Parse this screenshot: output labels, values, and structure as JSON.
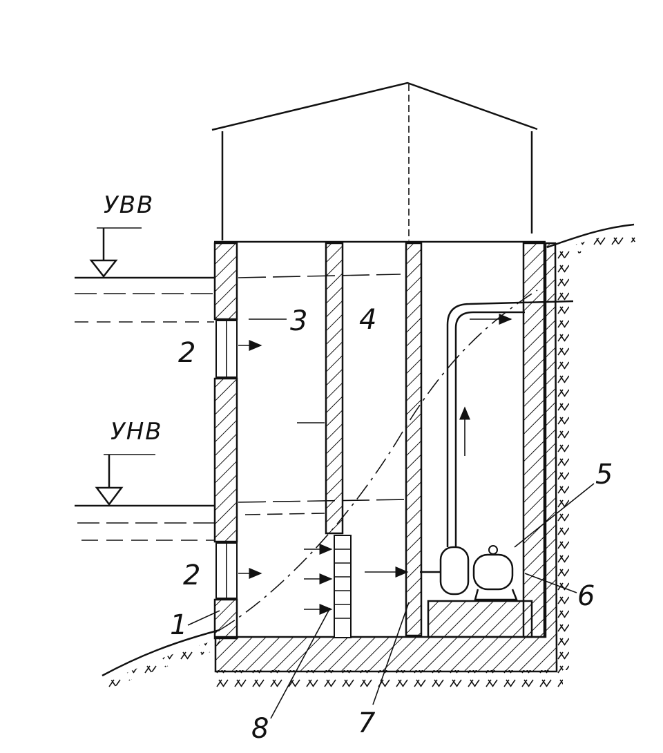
{
  "levels": {
    "upper": "УВВ",
    "lower": "УНВ"
  },
  "labels": {
    "n1": "1",
    "n2a": "2",
    "n2b": "2",
    "n3": "3",
    "n4": "4",
    "n5": "5",
    "n6": "6",
    "n7": "7",
    "n8": "8"
  },
  "colors": {
    "ink": "#111111",
    "paper": "#ffffff"
  }
}
